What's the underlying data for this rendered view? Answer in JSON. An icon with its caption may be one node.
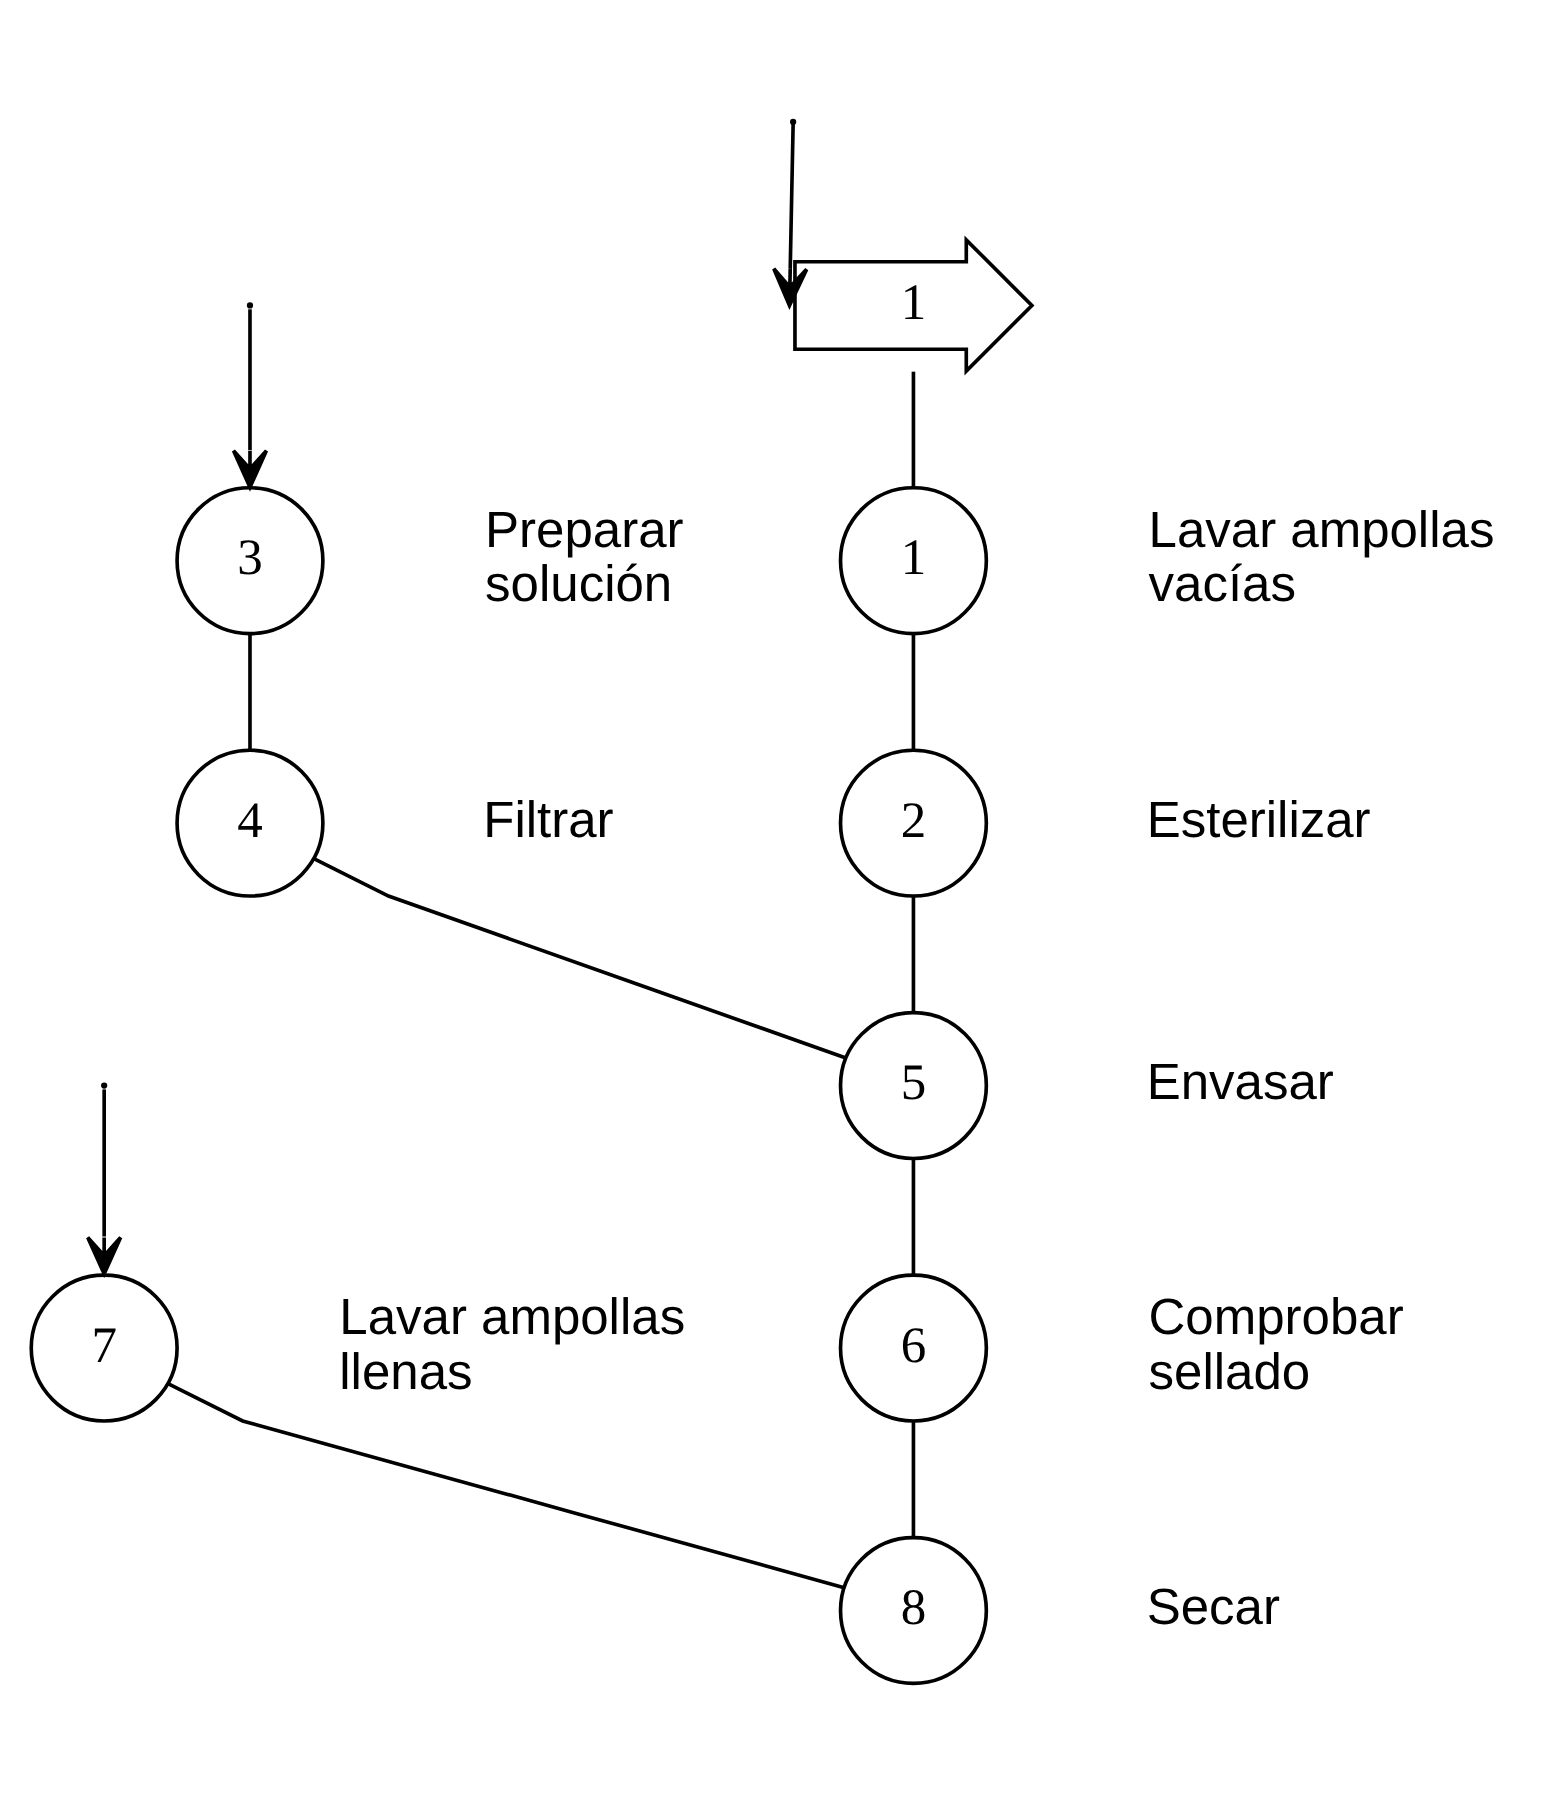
{
  "diagram": {
    "nodes": [
      {
        "text": [
          "1"
        ]
      },
      {
        "text": [
          "1"
        ],
        "beside": [
          "Lavar ampollas vacías"
        ]
      },
      {
        "text": [
          "2"
        ],
        "beside": [
          "Esterilizar"
        ]
      },
      {
        "text": [
          "3"
        ],
        "beside": [
          "Preparar solución"
        ]
      },
      {
        "text": [
          "4"
        ],
        "beside": [
          "Filtrar"
        ]
      },
      {
        "text": [
          "5"
        ],
        "beside": [
          "Envasar"
        ]
      },
      {
        "text": [
          "6"
        ],
        "beside": [
          "Comprobar sellado"
        ]
      },
      {
        "text": [
          "7"
        ],
        "beside": [
          "Lavar ampollas llenas"
        ]
      },
      {
        "text": [
          "8"
        ],
        "beside": [
          "Secar"
        ]
      }
    ],
    "edges": [
      {
        "from": null,
        "to": 0,
        "arrow": "to"
      },
      {
        "from": 0,
        "to": 1,
        "arrow": "none"
      },
      {
        "from": 1,
        "to": 2,
        "arrow": "none"
      },
      {
        "from": null,
        "to": 3,
        "arrow": "to"
      },
      {
        "from": 3,
        "to": 4,
        "arrow": "none"
      },
      {
        "from": 2,
        "to": 5,
        "arrow": "none"
      },
      {
        "from": 4,
        "to": 5,
        "arrow": "none"
      },
      {
        "from": 5,
        "to": 6,
        "arrow": "none"
      },
      {
        "from": null,
        "to": 7,
        "arrow": "to"
      },
      {
        "from": 6,
        "to": 8,
        "arrow": "none"
      },
      {
        "from": 7,
        "to": 8,
        "arrow": "none"
      }
    ]
  }
}
